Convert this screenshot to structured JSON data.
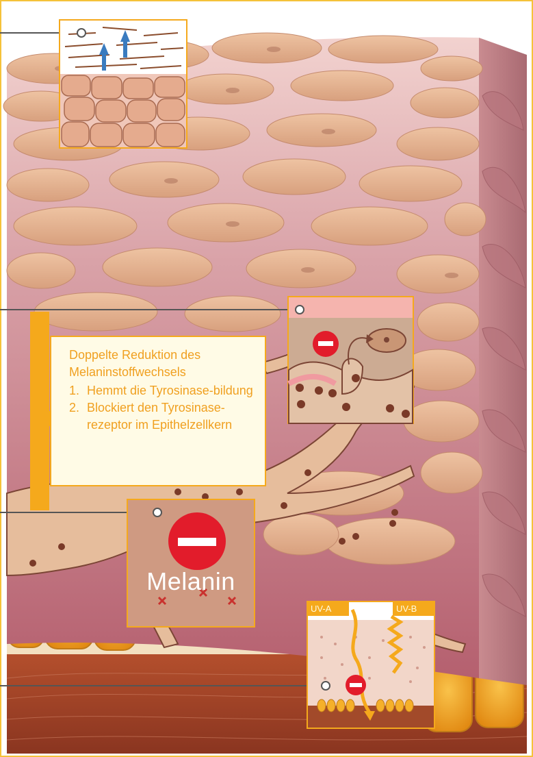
{
  "info_box": {
    "title": "Doppelte Reduktion des Melaninstoffwechsels",
    "items": [
      {
        "num": "1.",
        "text": "Hemmt die Tyrosinase-bildung"
      },
      {
        "num": "2.",
        "text": "Blockiert den Tyrosinase-rezeptor im Epithelzellkern"
      }
    ]
  },
  "melanin_panel": {
    "label": "Melanin"
  },
  "uv_panel": {
    "uv_a": "UV-A",
    "uv_b": "UV-B"
  },
  "colors": {
    "accent": "#f5a91c",
    "block": "#e21c2b",
    "cell": "#e2b08f",
    "tissue": "#c98a92",
    "muscle": "#9a3e23",
    "fat": "#f0a020"
  }
}
